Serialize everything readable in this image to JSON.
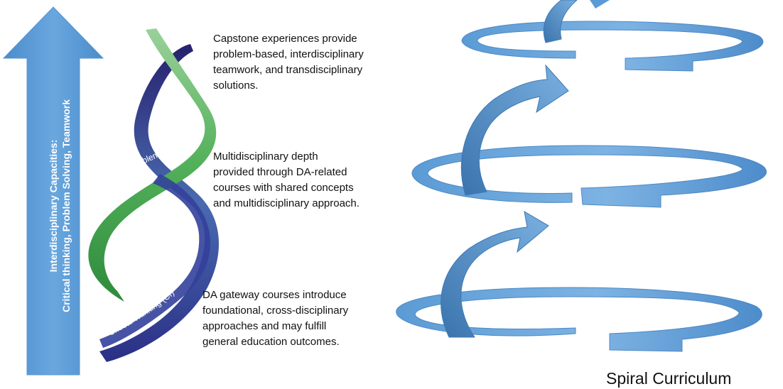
{
  "arrow_label": {
    "line1": "Interdisciplinary Capacities:",
    "line2": "Critical thinking, Problem Solving, Teamwork"
  },
  "helix_labels": {
    "green": "Problem-Solving",
    "blue": "Critical Thinking (CI)"
  },
  "descriptions": {
    "capstone": [
      "Capstone experiences provide",
      "problem-based, interdisciplinary",
      "teamwork, and transdisciplinary",
      "solutions."
    ],
    "multidisciplinary": [
      "Multidisciplinary depth",
      "provided through DA-related",
      "courses with shared concepts",
      "and multidisciplinary approach."
    ],
    "gateway": [
      "DA gateway courses introduce",
      "foundational, cross-disciplinary",
      "approaches and may fulfill",
      "general education outcomes."
    ]
  },
  "spiral_caption": "Spiral Curriculum",
  "colors": {
    "arrow_blue": "#5b9bd5",
    "arrow_blue_dark": "#3a7cc0",
    "helix_green": "#3fa04a",
    "helix_blue": "#2c3a8c",
    "spiral_light": "#6fa8dc",
    "spiral_dark": "#3d78b5"
  }
}
